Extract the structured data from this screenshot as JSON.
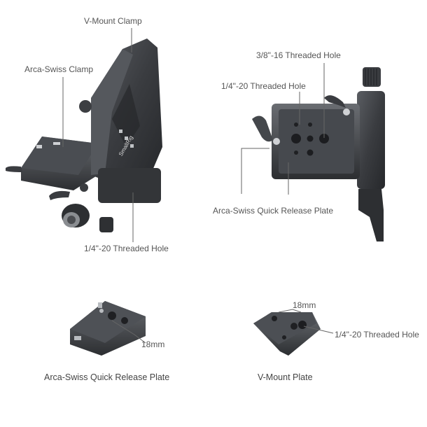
{
  "labels": {
    "vmount_clamp": "V-Mount Clamp",
    "arca_swiss_clamp": "Arca-Swiss Clamp",
    "threaded_hole_bottom_left": "1/4\"-20 Threaded Hole",
    "threaded_hole_38": "3/8\"-16 Threaded Hole",
    "threaded_hole_14_top_right": "1/4\"-20 Threaded Hole",
    "arca_plate_top_right": "Arca-Swiss Quick Release Plate",
    "dim_18mm_left": "18mm",
    "dim_18mm_right": "18mm",
    "threaded_hole_vmount_plate": "1/4\"-20 Threaded Hole"
  },
  "captions": {
    "arca_plate": "Arca-Swiss Quick Release Plate",
    "vmount_plate": "V-Mount Plate"
  },
  "brand_mark": "SmallRig"
}
